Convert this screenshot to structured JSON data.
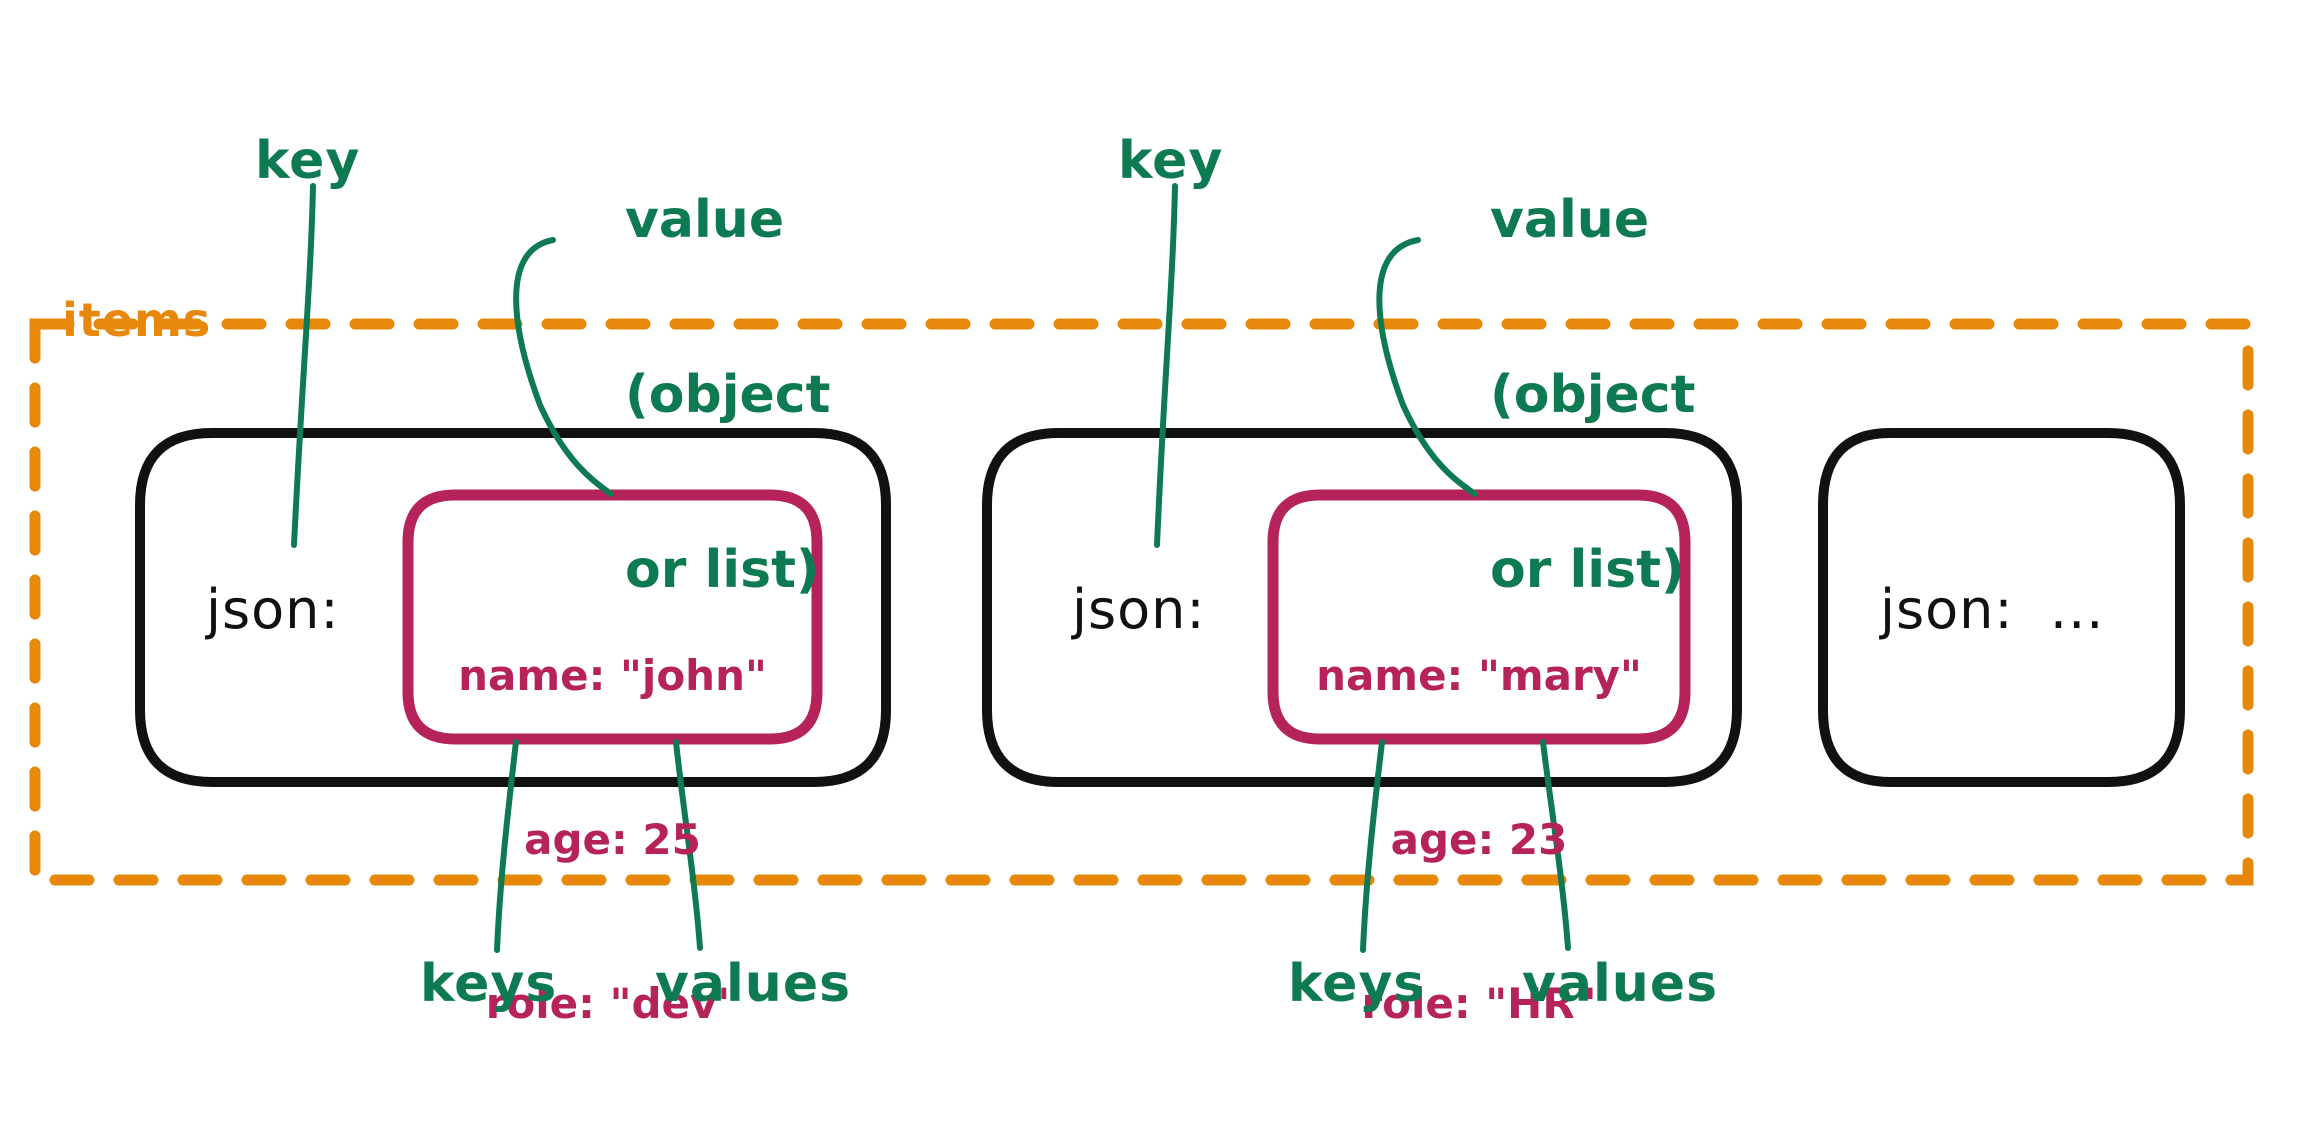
{
  "diagram": {
    "title": "items container with json objects",
    "colors": {
      "green": "#0E7A52",
      "orange": "#E8880B",
      "crimson": "#B5235A",
      "black": "#111111",
      "background": "#FFFFFF"
    },
    "container": {
      "label": "items",
      "border_style": "dashed",
      "border_color": "#E8880B"
    },
    "annotations": {
      "key_label": "key",
      "value_label_line1": "value",
      "value_label_line2": "(object",
      "value_label_line3": "or list)",
      "keys_label": "keys",
      "values_label": "values"
    },
    "cards": [
      {
        "json_label": "json:",
        "has_object": true,
        "object": {
          "entries": [
            {
              "key": "name",
              "value": "\"john\"",
              "line": "name: \"john\""
            },
            {
              "key": "age",
              "value": "25",
              "line": "age: 25"
            },
            {
              "key": "role",
              "value": "\"dev\"",
              "line": "role: \"dev\""
            }
          ]
        },
        "annotations": {
          "key_label": "key",
          "value_label_line1": "value",
          "value_label_line2": "(object",
          "value_label_line3": "or list)",
          "keys_label": "keys",
          "values_label": "values"
        }
      },
      {
        "json_label": "json:",
        "has_object": true,
        "object": {
          "entries": [
            {
              "key": "name",
              "value": "\"mary\"",
              "line": "name: \"mary\""
            },
            {
              "key": "age",
              "value": "23",
              "line": "age: 23"
            },
            {
              "key": "role",
              "value": "\"HR\"",
              "line": "role: \"HR\""
            }
          ]
        },
        "annotations": {
          "key_label": "key",
          "value_label_line1": "value",
          "value_label_line2": "(object",
          "value_label_line3": "or list)",
          "keys_label": "keys",
          "values_label": "values"
        }
      },
      {
        "json_label": "json:  ...",
        "has_object": false,
        "object": null,
        "annotations": null
      }
    ]
  }
}
